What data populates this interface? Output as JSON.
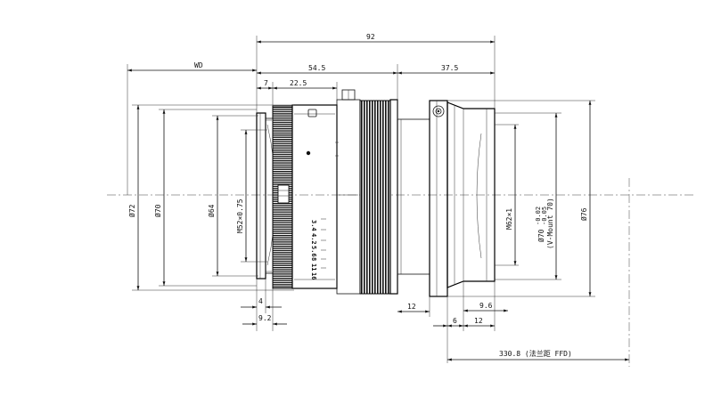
{
  "dimensions": {
    "total_length": "92",
    "wd": "WD",
    "body_length": "54.5",
    "mount_length": "37.5",
    "front_ring": "7",
    "focus_ring": "22.5",
    "front_step": "4",
    "front_recess": "9.2",
    "mount_step": "12",
    "flange_a": "6",
    "flange_b": "12",
    "flange_c": "9.6",
    "ffd": "330.8 (法兰距 FFD)"
  },
  "diameters": {
    "outer_72": "Ø72",
    "outer_70": "Ø70",
    "inner_64": "Ø64",
    "filter_thread": "M52×0.75",
    "mount_thread": "M62×1",
    "mount_dia": "Ø70",
    "mount_tol_upper": "-0.02",
    "mount_tol_lower": "-0.05",
    "mount_type": "(V-Mount 70)",
    "rear_76": "Ø76"
  },
  "aperture_scale": [
    "3.4",
    "4.2",
    "5.6",
    "8",
    "11",
    "16"
  ]
}
